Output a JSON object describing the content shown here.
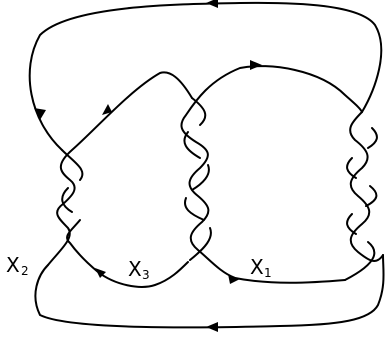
{
  "figure": {
    "labels": [
      {
        "id": "x1",
        "base": "X",
        "sub": "1"
      },
      {
        "id": "x2",
        "base": "X",
        "sub": "2"
      },
      {
        "id": "x3",
        "base": "X",
        "sub": "3"
      }
    ]
  },
  "colors": {
    "stroke": "#000000",
    "background": "#ffffff"
  }
}
